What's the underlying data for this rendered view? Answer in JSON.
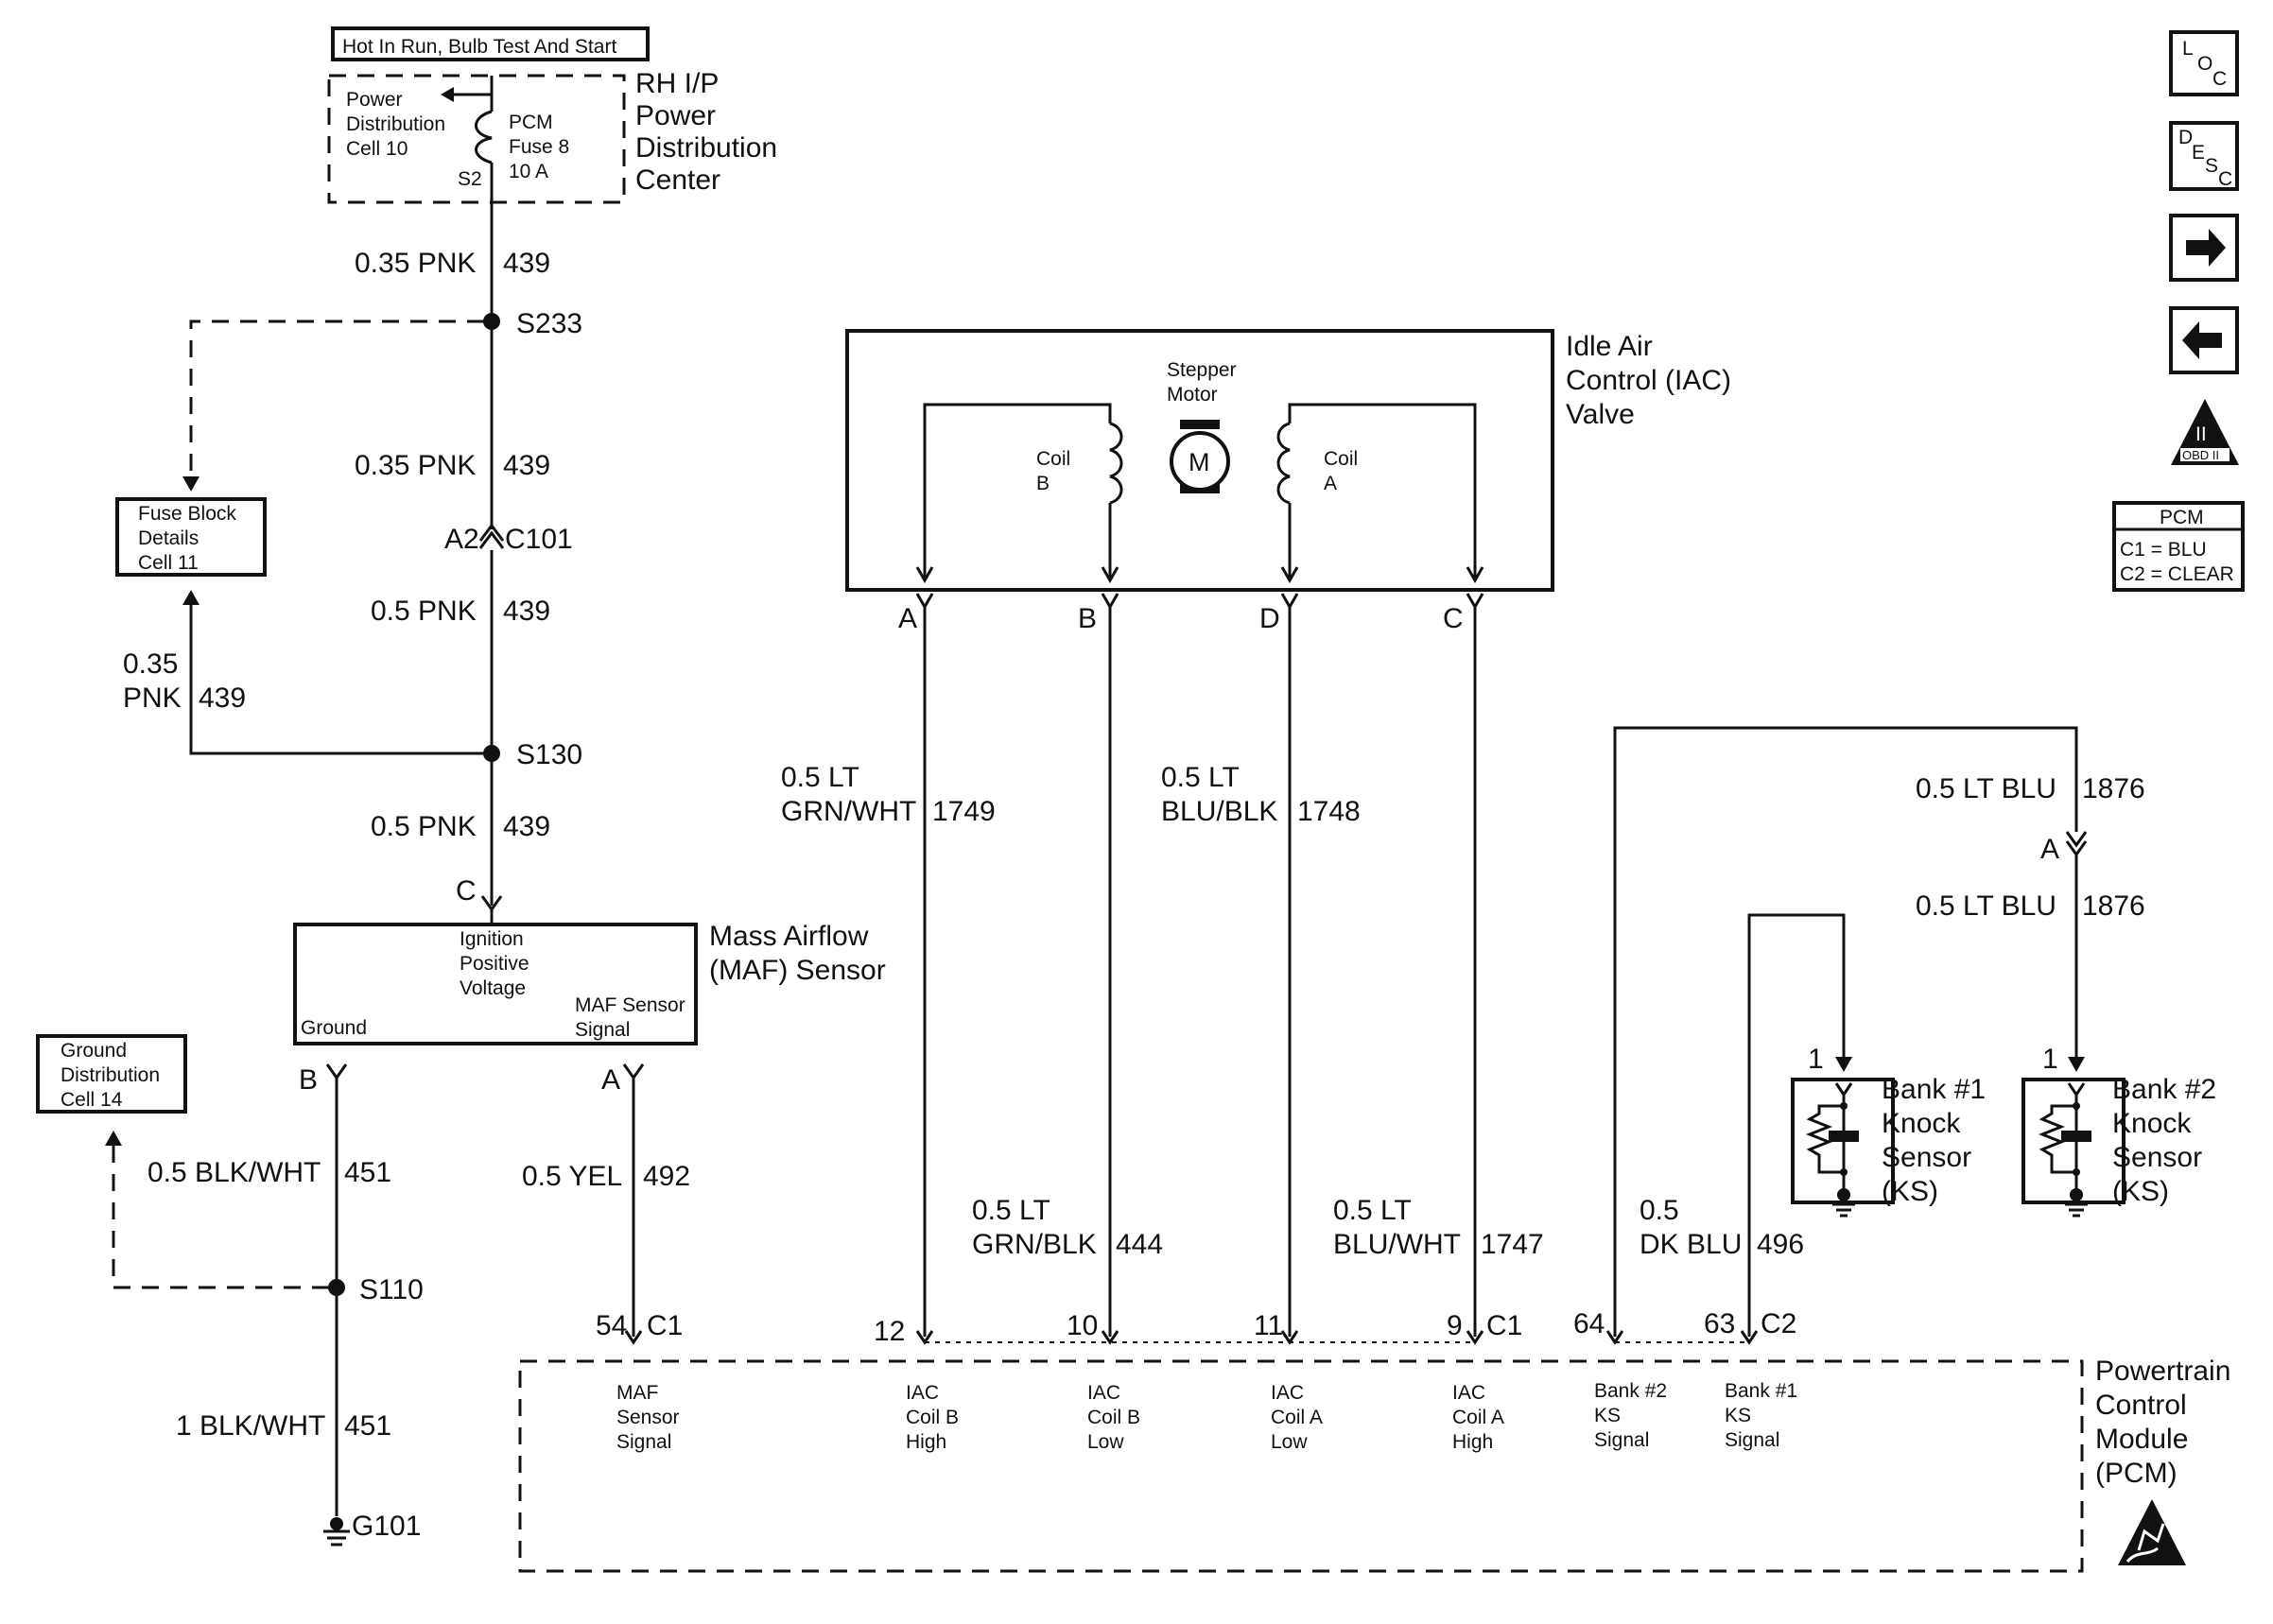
{
  "power": {
    "banner": "Hot In Run, Bulb Test And Start",
    "pdc_cell": [
      "Power",
      "Distribution",
      "Cell 10"
    ],
    "fuse": [
      "PCM",
      "Fuse 8",
      "10 A"
    ],
    "fuse_pin": "S2",
    "center": [
      "RH I/P",
      "Power",
      "Distribution",
      "Center"
    ]
  },
  "main_wire": {
    "seg1": [
      "0.35 PNK",
      "439"
    ],
    "splice1": "S233",
    "seg2": [
      "0.35 PNK",
      "439"
    ],
    "connector": [
      "A2",
      "C101"
    ],
    "seg3": [
      "0.5 PNK",
      "439"
    ],
    "splice2": "S130",
    "seg4": [
      "0.5 PNK",
      "439"
    ],
    "maf_pin_c": "C",
    "branch": [
      "0.35",
      "PNK",
      "439"
    ]
  },
  "fuse_block": [
    "Fuse Block",
    "Details",
    "Cell 11"
  ],
  "maf": {
    "title": [
      "Mass Airflow",
      "(MAF) Sensor"
    ],
    "ign": [
      "Ignition",
      "Positive",
      "Voltage"
    ],
    "ground": "Ground",
    "signal": [
      "MAF Sensor",
      "Signal"
    ],
    "pin_b": "B",
    "pin_a": "A"
  },
  "ground_dist": [
    "Ground",
    "Distribution",
    "Cell 14"
  ],
  "ground_wire": {
    "seg1": [
      "0.5 BLK/WHT",
      "451"
    ],
    "splice": "S110",
    "seg2": [
      "1 BLK/WHT",
      "451"
    ],
    "ground": "G101"
  },
  "maf_signal_wire": [
    "0.5 YEL",
    "492"
  ],
  "iac": {
    "title": [
      "Idle Air",
      "Control (IAC)",
      "Valve"
    ],
    "motor": [
      "Stepper",
      "Motor"
    ],
    "motor_symbol": "M",
    "coil_b": [
      "Coil",
      "B"
    ],
    "coil_a": [
      "Coil",
      "A"
    ],
    "pins": [
      "A",
      "B",
      "D",
      "C"
    ]
  },
  "iac_wires": {
    "w1749": [
      "0.5 LT",
      "GRN/WHT",
      "1749"
    ],
    "w444": [
      "0.5 LT",
      "GRN/BLK",
      "444"
    ],
    "w1748": [
      "0.5 LT",
      "BLU/BLK",
      "1748"
    ],
    "w1747": [
      "0.5 LT",
      "BLU/WHT",
      "1747"
    ]
  },
  "knock": {
    "wire1876_top": [
      "0.5 LT BLU",
      "1876"
    ],
    "connector_a": "A",
    "wire1876_bottom": [
      "0.5 LT BLU",
      "1876"
    ],
    "ks1_pin": "1",
    "ks2_pin": "1",
    "ks1": [
      "Bank #1",
      "Knock",
      "Sensor",
      "(KS)"
    ],
    "ks2": [
      "Bank #2",
      "Knock",
      "Sensor",
      "(KS)"
    ],
    "wire496": [
      "0.5",
      "DK BLU",
      "496"
    ]
  },
  "pcm": {
    "title": [
      "Powertrain",
      "Control",
      "Module",
      "(PCM)"
    ],
    "pins": {
      "p54": "54",
      "c1a": "C1",
      "p12": "12",
      "p10": "10",
      "p11": "11",
      "p9": "9",
      "c1b": "C1",
      "p64": "64",
      "p63": "63",
      "c2": "C2"
    },
    "labels": {
      "maf": [
        "MAF",
        "Sensor",
        "Signal"
      ],
      "coil_b_high": [
        "IAC",
        "Coil B",
        "High"
      ],
      "coil_b_low": [
        "IAC",
        "Coil B",
        "Low"
      ],
      "coil_a_low": [
        "IAC",
        "Coil A",
        "Low"
      ],
      "coil_a_high": [
        "IAC",
        "Coil A",
        "High"
      ],
      "ks2": [
        "Bank #2",
        "KS",
        "Signal"
      ],
      "ks1": [
        "Bank #1",
        "KS",
        "Signal"
      ]
    }
  },
  "sidebar": {
    "loc": [
      "L",
      "O",
      "C"
    ],
    "desc": [
      "D",
      "E",
      "S",
      "C"
    ],
    "next_arrow": "next-arrow-icon",
    "prev_arrow": "prev-arrow-icon",
    "obd": [
      "II",
      "OBD II"
    ],
    "pcm_legend": [
      "PCM",
      "C1 = BLU",
      "C2 = CLEAR"
    ]
  }
}
